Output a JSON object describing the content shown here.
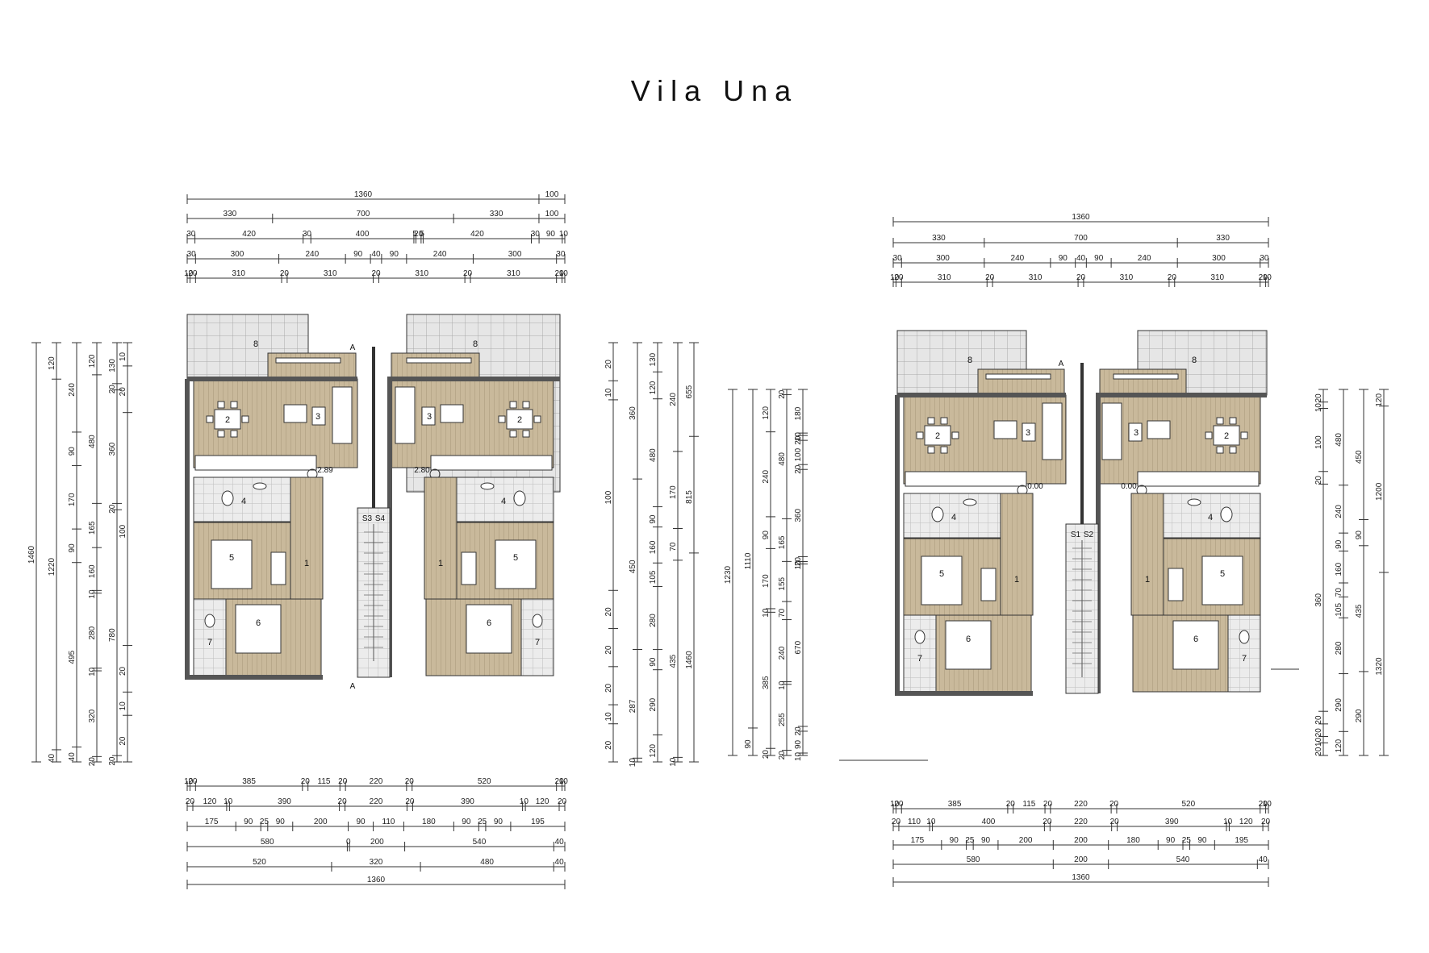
{
  "title": "Vila Una",
  "colors": {
    "floor": "#c8b89a",
    "wall": "#5a5a5a",
    "tile": "#e4e4e4",
    "line": "#333333"
  },
  "plans": [
    {
      "levels": [
        "2.89",
        "2.80"
      ],
      "stairs": [
        "S3",
        "S4"
      ],
      "section_marks": [
        "A",
        "A"
      ],
      "rooms": {
        "terrace": "8",
        "dining": "2",
        "living": "3",
        "bath": "4",
        "hall": "1",
        "bedroom1": "5",
        "bedroom2": "6",
        "wc": "7"
      },
      "top_dims": [
        [
          "1360",
          "100"
        ],
        [
          "330",
          "700",
          "330",
          "100"
        ],
        [
          "30",
          "420",
          "30",
          "400",
          "5",
          "20",
          "5",
          "420",
          "30",
          "90",
          "10"
        ],
        [
          "30",
          "300",
          "240",
          "90",
          "40",
          "90",
          "240",
          "300",
          "30"
        ],
        [
          "10",
          "20",
          "310",
          "20",
          "310",
          "20",
          "310",
          "20",
          "310",
          "20",
          "10"
        ]
      ],
      "bottom_dims": [
        [
          "10",
          "20",
          "385",
          "20",
          "115",
          "20",
          "220",
          "20",
          "520",
          "20",
          "10"
        ],
        [
          "20",
          "120",
          "10",
          "390",
          "20",
          "220",
          "20",
          "390",
          "10",
          "120",
          "20"
        ],
        [
          "175",
          "90",
          "25",
          "90",
          "200",
          "90",
          "110",
          "180",
          "90",
          "25",
          "90",
          "195"
        ],
        [
          "580",
          "0",
          "200",
          "540",
          "40"
        ],
        [
          "520",
          "320",
          "480",
          "40"
        ],
        [
          "1360"
        ]
      ],
      "left_dims": [
        [
          "1460"
        ],
        [
          "120",
          "1220",
          "40"
        ],
        [
          "240",
          "90",
          "170",
          "90",
          "495",
          "40"
        ],
        [
          "120",
          "480",
          "165",
          "160",
          "10",
          "280",
          "10",
          "320",
          "20"
        ],
        [
          "130",
          "20",
          "360",
          "20",
          "780",
          "20"
        ],
        [
          "10",
          "20",
          "100",
          "20",
          "10",
          "20"
        ]
      ],
      "right_dims": [
        [
          "20",
          "10",
          "100",
          "20",
          "20",
          "20",
          "10",
          "20"
        ],
        [
          "360",
          "450",
          "287",
          "10"
        ],
        [
          "130",
          "120",
          "480",
          "90",
          "160",
          "105",
          "280",
          "90",
          "290",
          "120"
        ],
        [
          "240",
          "170",
          "70",
          "435",
          "10"
        ],
        [
          "655",
          "815",
          "1460"
        ]
      ]
    },
    {
      "levels": [
        "0.00",
        "0.00"
      ],
      "stairs": [
        "S1",
        "S2"
      ],
      "section_marks": [
        "A"
      ],
      "rooms": {
        "terrace": "8",
        "dining": "2",
        "living": "3",
        "bath": "4",
        "hall": "1",
        "bedroom1": "5",
        "bedroom2": "6",
        "wc": "7"
      },
      "top_dims": [
        [
          "1360"
        ],
        [
          "330",
          "700",
          "330"
        ],
        [
          "30",
          "300",
          "240",
          "90",
          "40",
          "90",
          "240",
          "300",
          "30"
        ],
        [
          "10",
          "20",
          "310",
          "20",
          "310",
          "20",
          "310",
          "20",
          "310",
          "20",
          "10"
        ]
      ],
      "bottom_dims": [
        [
          "10",
          "20",
          "385",
          "20",
          "115",
          "20",
          "220",
          "20",
          "520",
          "20",
          "10"
        ],
        [
          "20",
          "110",
          "10",
          "400",
          "20",
          "220",
          "20",
          "390",
          "10",
          "120",
          "20"
        ],
        [
          "175",
          "90",
          "25",
          "90",
          "200",
          "200",
          "180",
          "90",
          "25",
          "90",
          "195"
        ],
        [
          "580",
          "200",
          "540",
          "40"
        ],
        [
          "1360"
        ]
      ],
      "left_dims": [
        [
          "1230"
        ],
        [
          "1110",
          "90"
        ],
        [
          "120",
          "240",
          "90",
          "170",
          "10",
          "385",
          "20"
        ],
        [
          "20",
          "480",
          "165",
          "155",
          "70",
          "240",
          "10",
          "255",
          "20"
        ],
        [
          "180",
          "10",
          "20",
          "100",
          "20",
          "360",
          "20",
          "10",
          "670",
          "20",
          "90",
          "10"
        ]
      ],
      "right_dims": [
        [
          "20",
          "10",
          "100",
          "20",
          "360",
          "20",
          "20",
          "10",
          "20"
        ],
        [
          "480",
          "240",
          "90",
          "160",
          "70",
          "105",
          "280",
          "290",
          "120"
        ],
        [
          "450",
          "90",
          "435",
          "290"
        ],
        [
          "120",
          "1200",
          "1320"
        ]
      ]
    }
  ]
}
